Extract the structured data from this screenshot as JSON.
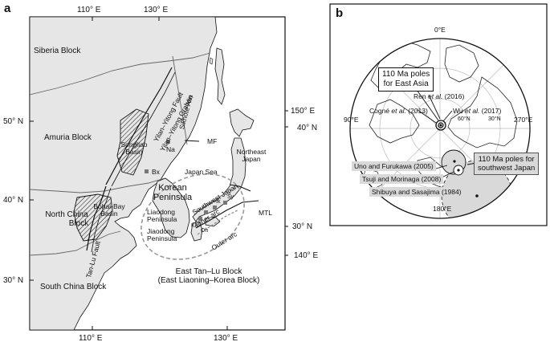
{
  "panel_a": {
    "letter": "a",
    "top_ticks": [
      "110° E",
      "130° E"
    ],
    "bottom_ticks": [
      "110° E",
      "130° E"
    ],
    "left_ticks": [
      "50° N",
      "40° N",
      "30° N"
    ],
    "right_outer_ticks": [
      "150° E",
      "40° N",
      "30° N",
      "140° E"
    ],
    "blocks": {
      "siberia": "Siberia Block",
      "amuria": "Amuria Block",
      "north_china": [
        "North China",
        "Block"
      ],
      "south_china": "South China Block",
      "east_tanlu": [
        "East Tan–Lu Block",
        "(East Liaoning–Korea Block)"
      ]
    },
    "features": {
      "yilan_yitong": "Yilan–Yitong Fault",
      "yilan_yitong_graben": "Yilan–Yitong Graben",
      "sikhote_alin": "Sikhote Alin",
      "songliao": [
        "Songliao",
        "Basin"
      ],
      "bohai": [
        "Bohai-Bay",
        "Basin"
      ],
      "tanlu": "Tan-Lu Fault",
      "mf": "MF",
      "na": "Na",
      "bx": "Bx",
      "japan_sea": "Japan Sea",
      "korean": [
        "Korean",
        "Peninsula"
      ],
      "liaodong1": [
        "Liaodong",
        "Peninsula"
      ],
      "liaodong2": [
        "Jiaodong",
        "Peninsula"
      ],
      "sw_japan": "Southwest Japan",
      "ne_japan": [
        "Northeast",
        "Japan"
      ],
      "inner_arc": "Inner arc",
      "outer_arc": "Outer arc",
      "ik": "Ik",
      "sy": "Sy",
      "kk": "Kk",
      "oh": "Oh",
      "mtl": "MTL"
    }
  },
  "panel_b": {
    "letter": "b",
    "meridian_labels": [
      "0°E",
      "90°E",
      "270°E",
      "180°E"
    ],
    "lat_labels": [
      "60°N",
      "30°N"
    ],
    "east_asia_box": [
      "110 Ma poles",
      "for East Asia"
    ],
    "sw_japan_box": [
      "110 Ma poles for",
      "southwest Japan"
    ],
    "refs": {
      "ren": [
        "Ren ",
        "et al.",
        " (2016)"
      ],
      "cogne": [
        "Cogné ",
        "et al.",
        " (2013)"
      ],
      "wu": [
        "Wu ",
        "et al.",
        " (2017)"
      ],
      "uno": "Uno and Furukawa (2005)",
      "tsuji": "Tsuji and Morinaga (2008)",
      "shibuya": "Shibuya and Sasajima (1984)"
    }
  },
  "colors": {
    "land": "#e6e6e6",
    "ink": "#111111",
    "pole_fill": "#d9d9d9"
  }
}
